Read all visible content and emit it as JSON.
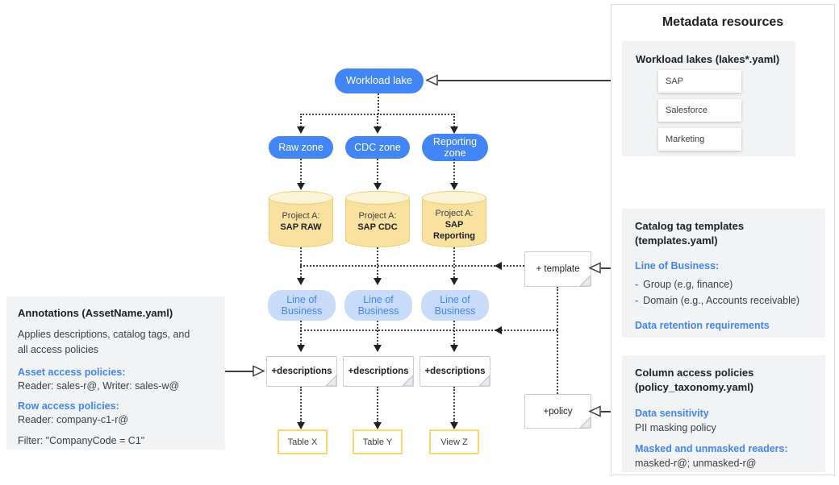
{
  "diagram": {
    "workload_lake": "Workload lake",
    "zones": [
      "Raw zone",
      "CDC zone",
      "Reporting zone"
    ],
    "projects": [
      {
        "prefix": "Project A:",
        "name": "SAP RAW"
      },
      {
        "prefix": "Project A:",
        "name": "SAP CDC"
      },
      {
        "prefix": "Project A:",
        "name": "SAP Reporting"
      }
    ],
    "lob_tags": [
      "Line of Business",
      "Line of Business",
      "Line of Business"
    ],
    "descriptions_notes": [
      "+descriptions",
      "+descriptions",
      "+descriptions"
    ],
    "tables": [
      "Table X",
      "Table Y",
      "View Z"
    ],
    "template_note": "+ template",
    "policy_note": "+policy"
  },
  "annotations_panel": {
    "title": "Annotations (AssetName.yaml)",
    "body_line1": "Applies descriptions, catalog tags, and",
    "body_line2": "all access policies",
    "asset_heading": "Asset access policies:",
    "asset_value": "Reader: sales-r@, Writer: sales-w@",
    "row_heading": "Row access policies:",
    "row_value": "Reader: company-c1-r@",
    "filter_value": "Filter: \"CompanyCode = C1\""
  },
  "metadata_panel": {
    "title": "Metadata resources",
    "workload_lakes": {
      "title": "Workload lakes (lakes*.yaml)",
      "items": [
        "SAP",
        "Salesforce",
        "Marketing"
      ]
    },
    "catalog_templates": {
      "title_line1": "Catalog tag templates",
      "title_line2": "(templates.yaml)",
      "lob_heading": "Line of Business:",
      "dash": "-",
      "bullets": [
        "Group (e.g, finance)",
        "Domain (e.g., Accounts receivable)"
      ],
      "retention_heading": "Data retention requirements"
    },
    "column_policies": {
      "title_line1": "Column access policies",
      "title_line2": "(policy_taxonomy.yaml)",
      "sensitivity_heading": "Data sensitivity",
      "sensitivity_value": "PII masking policy",
      "readers_heading": "Masked and unmasked readers:",
      "readers_value": "masked-r@; unmasked-r@"
    }
  },
  "colors": {
    "accent_blue": "#4285f4",
    "light_blue_fill": "#c8dbf9",
    "amber_fill": "#f9e2a0",
    "amber_border": "#efcb72",
    "table_border": "#fbd66e",
    "section_gray": "#f1f3f4",
    "panel_border": "#dadce0",
    "text_dark": "#3c4043"
  }
}
